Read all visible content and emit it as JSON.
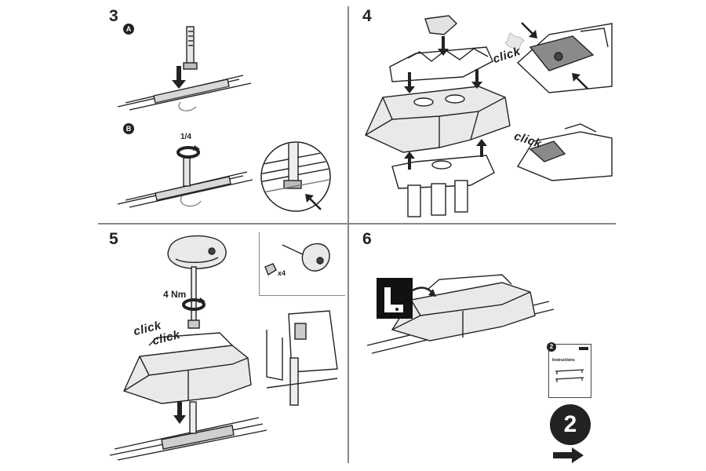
{
  "steps": {
    "step3": {
      "number": "3",
      "sub_a": "A",
      "sub_b": "B",
      "turn_label": "1/4"
    },
    "step4": {
      "number": "4",
      "click_label_1": "click",
      "click_label_2": "click"
    },
    "step5": {
      "number": "5",
      "torque_label": "4 Nm",
      "click_label_1": "click",
      "click_label_2": "click",
      "quantity_label": "x4"
    },
    "step6": {
      "number": "6",
      "doc_number": "2",
      "doc_title": "Instructions",
      "next_number": "2"
    }
  },
  "icons": {
    "down-arrow": "arrow-down-icon",
    "up-arrow": "arrow-up-icon",
    "next-arrow": "arrow-right-icon",
    "rotate": "rotate-icon"
  },
  "colors": {
    "ink": "#222222",
    "divider": "#888888",
    "shade": "#cfcfcf",
    "dark_shade": "#9a9a9a"
  }
}
